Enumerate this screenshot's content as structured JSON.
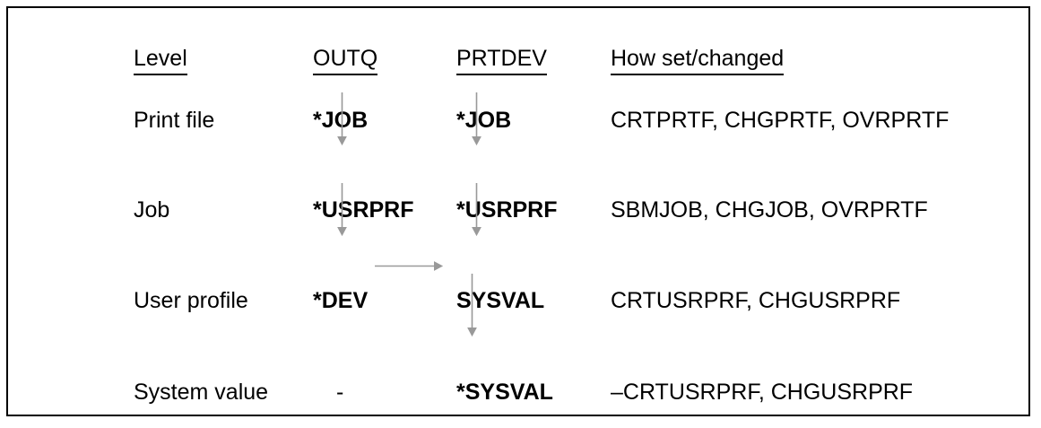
{
  "diagram": {
    "title": "OUTQ and PRTDEV override hierarchy",
    "border_color": "#000000",
    "text_color": "#000000",
    "arrow_color": "#999999",
    "columns": [
      {
        "key": "level",
        "header": "Level"
      },
      {
        "key": "outq",
        "header": "OUTQ"
      },
      {
        "key": "prtdev",
        "header": "PRTDEV"
      },
      {
        "key": "how",
        "header": "How set/changed"
      }
    ],
    "rows": [
      {
        "level": "Print file",
        "outq": "*JOB",
        "prtdev": "*JOB",
        "how": "CRTPRTF, CHGPRTF, OVRPRTF"
      },
      {
        "level": "Job",
        "outq": "*USRPRF",
        "prtdev": "*USRPRF",
        "how": "SBMJOB, CHGJOB, OVRPRTF"
      },
      {
        "level": "User profile",
        "outq": "*DEV",
        "prtdev": "SYSVAL",
        "how": "CRTUSRPRF, CHGUSRPRF"
      },
      {
        "level": "System value",
        "outq": "-",
        "prtdev": "*SYSVAL",
        "how": "–CRTUSRPRF, CHGUSRPRF"
      }
    ],
    "arrows": [
      {
        "name": "outq-printfile-to-job",
        "kind": "down"
      },
      {
        "name": "prtdev-printfile-to-job",
        "kind": "down"
      },
      {
        "name": "outq-job-to-userprofile",
        "kind": "down"
      },
      {
        "name": "prtdev-job-to-userprofile",
        "kind": "down"
      },
      {
        "name": "outq-dev-to-prtdev-sysval",
        "kind": "right"
      },
      {
        "name": "prtdev-sysval-to-systemvalue",
        "kind": "down"
      }
    ]
  }
}
